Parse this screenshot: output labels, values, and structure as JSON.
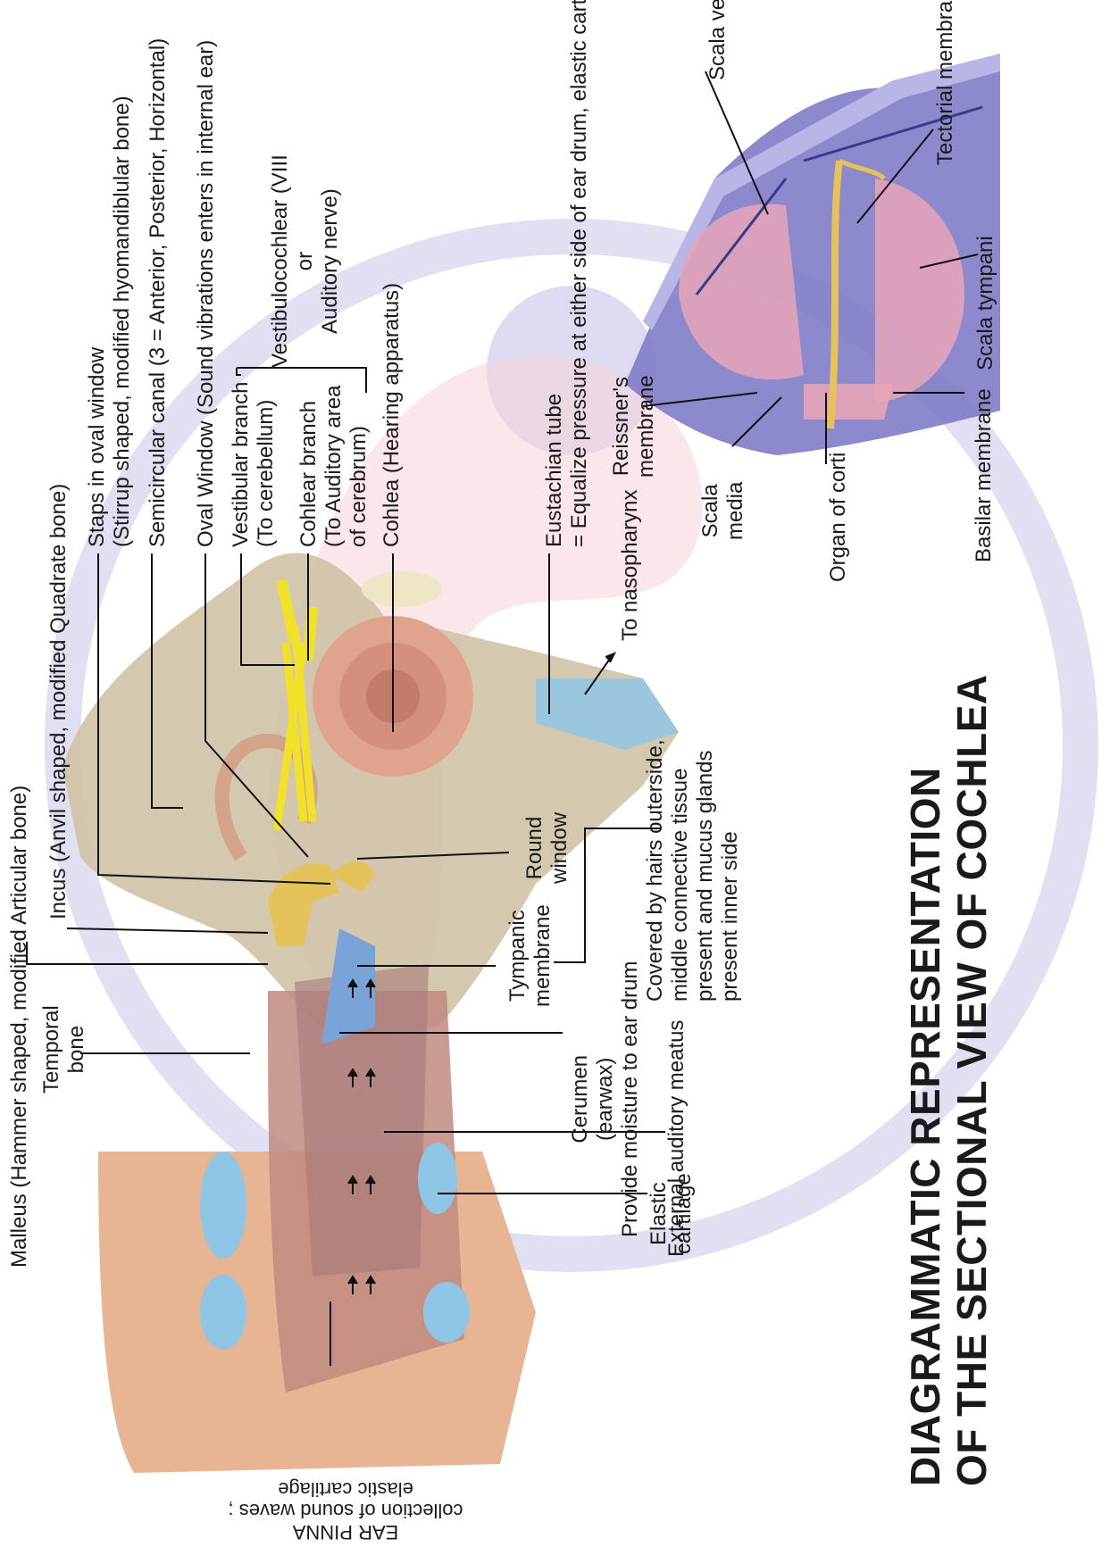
{
  "labels": {
    "staps_1": "Staps in oval window",
    "staps_2": "(Stirrup shaped, modified hyomandiblular bone)",
    "semicircular": "Semicircular canal (3 = Anterior, Posterior, Horizontal)",
    "oval_window": "Oval Window (Sound vibrations enters in internal ear)",
    "vestibular_1": "Vestibular branch",
    "vestibular_2": "(To cerebellum)",
    "vestibulocochlear_1": "Vestibulocochlear (VIII",
    "vestibulocochlear_2": "or",
    "vestibulocochlear_3": "Auditory nerve)",
    "cohlear_1": "Cohlear branch",
    "cohlear_2": "(To Auditory area",
    "cohlear_3": "of cerebrum)",
    "cohlea": "Cohlea (Hearing apparatus)",
    "eustachian_1": "Eustachian tube",
    "eustachian_2": "= Equalize pressure at either side of ear drum, elastic cartilage",
    "nasopharynx": "To nasopharynx",
    "malleus": "Malleus (Hammer shaped, modified Articular bone)",
    "incus": "Incus (Anvil shaped, modified Quadrate bone)",
    "temporal_1": "Temporal",
    "temporal_2": "bone",
    "round_1": "Round",
    "round_2": "window",
    "tympanic_1": "Tympanic",
    "tympanic_2": "membrane",
    "covered_1": "Covered by hairs outerside,",
    "covered_2": "middle  connective  tissue",
    "covered_3": "present  and  mucus  glands",
    "covered_4": "present inner side",
    "cerumen_1": "Cerumen",
    "cerumen_2": "(earwax)",
    "cerumen_3": "Provide moisture to ear drum",
    "external": "External auditory meatus",
    "elastic_1": "Elastic",
    "elastic_2": "cartilage",
    "pinna_1": "EAR PINNA",
    "pinna_2": "collection of sound waves ;",
    "pinna_3": "elastic cartilage",
    "scala_vest": "Scala vest",
    "tectorial": "Tectorial membrane",
    "scala_tympani": "Scala tympani",
    "reissner_1": "Reissner's",
    "reissner_2": "membrane",
    "scala_media_1": "Scala",
    "scala_media_2": "media",
    "organ_corti": "Organ of corti",
    "basilar": "Basilar membrane",
    "title_1": "DIAGRAMMATIC REPRESENTATION",
    "title_2": "OF THE SECTIONAL VIEW OF COCHLEA"
  },
  "colors": {
    "watermark_blue": "#d6d5ee",
    "watermark_pink": "#f7d3d8",
    "bone": "#cfc2a6",
    "skin": "#e7b494",
    "nerve": "#f2e12a",
    "cartilage": "#8fc6e6",
    "cochlea_blue": "#7f7cc6"
  }
}
